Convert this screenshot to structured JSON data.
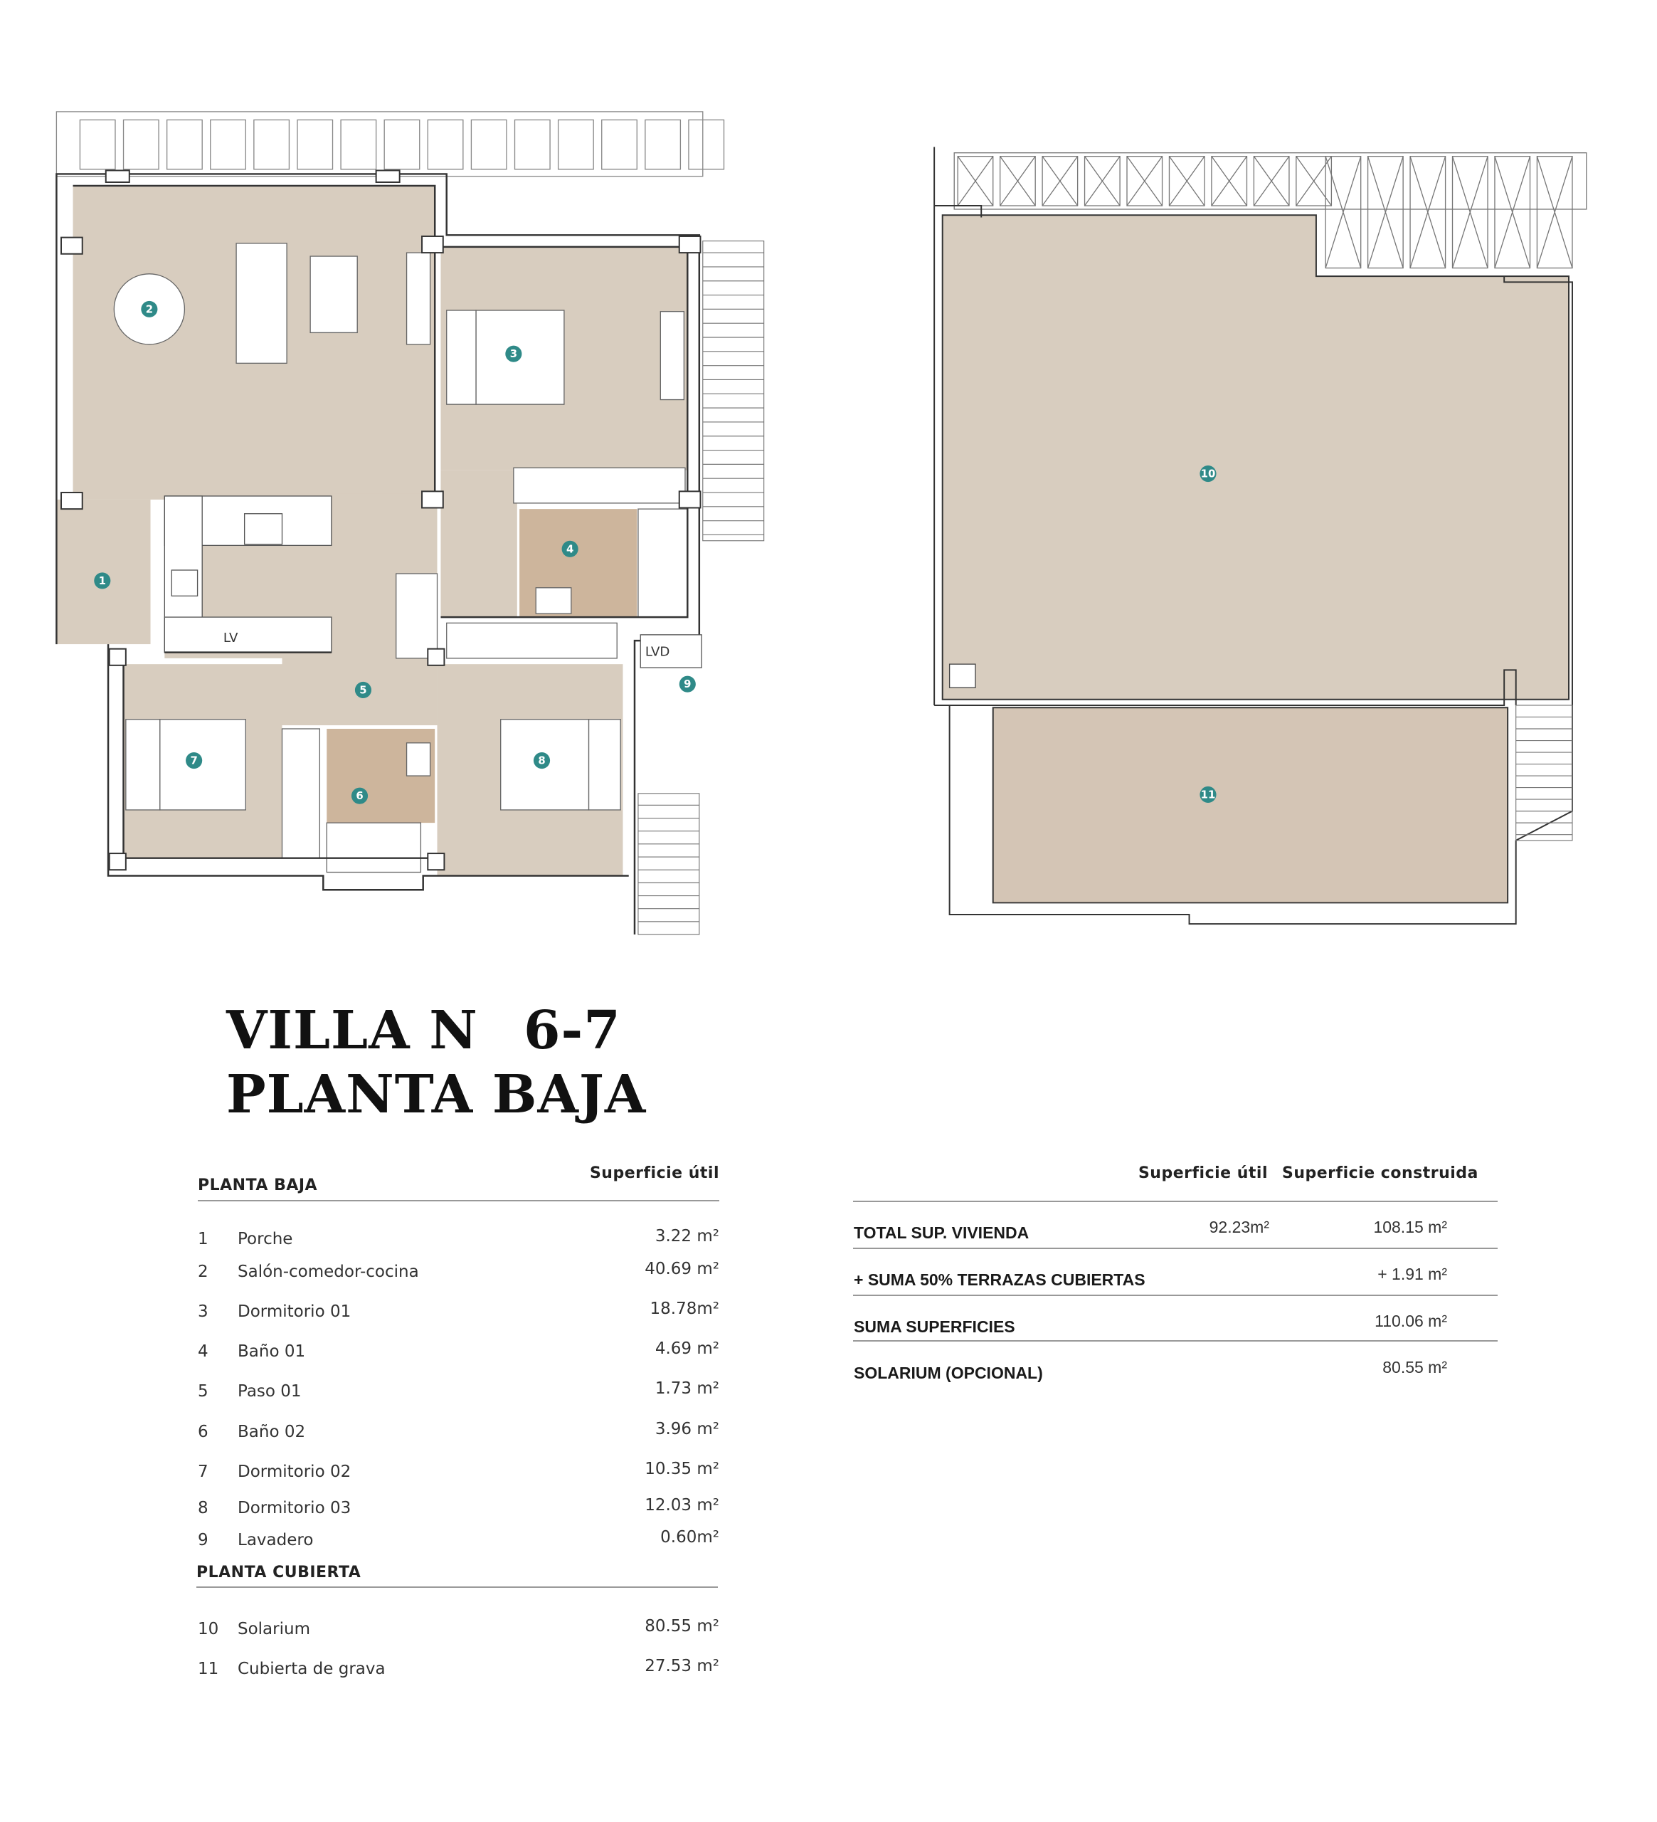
{
  "title": {
    "line1": "VILLA N",
    "unit": "6-7",
    "line2": "PLANTA BAJA"
  },
  "plan_labels": {
    "lv": "LV",
    "lvd": "LVD"
  },
  "badges": [
    "1",
    "2",
    "3",
    "4",
    "5",
    "6",
    "7",
    "8",
    "9",
    "10",
    "11"
  ],
  "colors": {
    "floor": "#d8cdbf",
    "bath": "#cdb59c",
    "badge": "#2f8a88",
    "wall": "#333333"
  },
  "rooms_table": {
    "section_ground": "PLANTA BAJA",
    "col_header": "Superficie útil",
    "ground_rows": [
      {
        "n": "1",
        "name": "Porche",
        "area": "3.22 m²"
      },
      {
        "n": "2",
        "name": "Salón-comedor-cocina",
        "area": "40.69 m²"
      },
      {
        "n": "3",
        "name": "Dormitorio 01",
        "area": "18.78m²"
      },
      {
        "n": "4",
        "name": "Baño 01",
        "area": "4.69 m²"
      },
      {
        "n": "5",
        "name": "Paso 01",
        "area": "1.73 m²"
      },
      {
        "n": "6",
        "name": "Baño 02",
        "area": "3.96 m²"
      },
      {
        "n": "7",
        "name": "Dormitorio 02",
        "area": "10.35 m²"
      },
      {
        "n": "8",
        "name": "Dormitorio 03",
        "area": "12.03 m²"
      },
      {
        "n": "9",
        "name": "Lavadero",
        "area": "0.60m²"
      }
    ],
    "section_roof": "PLANTA CUBIERTA",
    "roof_rows": [
      {
        "n": "10",
        "name": "Solarium",
        "area": "80.55 m²"
      },
      {
        "n": "11",
        "name": "Cubierta de grava",
        "area": "27.53 m²"
      }
    ]
  },
  "totals_table": {
    "col_util": "Superficie útil",
    "col_construida": "Superficie construida",
    "rows": [
      {
        "label": "TOTAL SUP. VIVIENDA",
        "util": "92.23m²",
        "construida": "108.15 m²"
      },
      {
        "label": "+ SUMA 50% TERRAZAS CUBIERTAS",
        "util": "",
        "construida": "+ 1.91 m²"
      },
      {
        "label": "SUMA SUPERFICIES",
        "util": "",
        "construida": "110.06 m²"
      },
      {
        "label": "SOLARIUM (OPCIONAL)",
        "util": "",
        "construida": "80.55 m²"
      }
    ]
  }
}
